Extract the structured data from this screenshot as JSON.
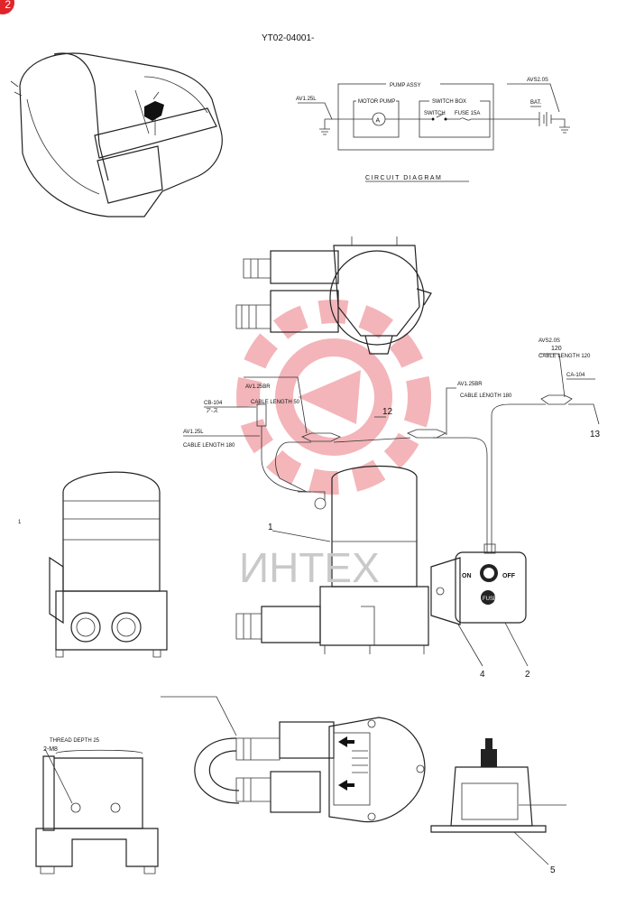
{
  "badge": "2",
  "header": {
    "code": "YT02-04001-"
  },
  "circuit": {
    "pump_assy": "PUMP ASSY",
    "motor_pump": "MOTOR PUMP",
    "switch_box": "SWITCH BOX",
    "switch": "SWITCH",
    "fuse": "FUSE 15A",
    "motor_symbol": "A",
    "bat": "BAT.",
    "wire_left": "AV1.25L",
    "wire_right": "AVS2.0S",
    "caption": "CIRCUIT DIAGRAM"
  },
  "labels": {
    "av125br_left": "AV1.25BR",
    "cable_len_50": "CABLE LENGTH 50",
    "cb104": "CB-104",
    "cb104_sub": "ア-ス",
    "av125l": "AV1.25L",
    "cable_len_180_left": "CABLE LENGTH 180",
    "av125br_right": "AV1.25BR",
    "cable_len_180_right": "CABLE LENGTH 180",
    "avs20s": "AVS2.0S",
    "num_120": "120",
    "cable_len_120": "CABLE LENGTH 120",
    "ca104": "CA-104",
    "thread_depth": "THREAD DEPTH 25",
    "m8": "2-M8",
    "on": "ON",
    "off": "OFF",
    "fuse_btn": "FUSE",
    "stray": "1"
  },
  "callouts": {
    "c1": "1",
    "c2": "2",
    "c4": "4",
    "c5": "5",
    "c12": "12",
    "c13": "13"
  },
  "watermark": "ИНТЕХ",
  "colors": {
    "watermark_red": "#f2a9ad",
    "badge": "#e0242a"
  }
}
